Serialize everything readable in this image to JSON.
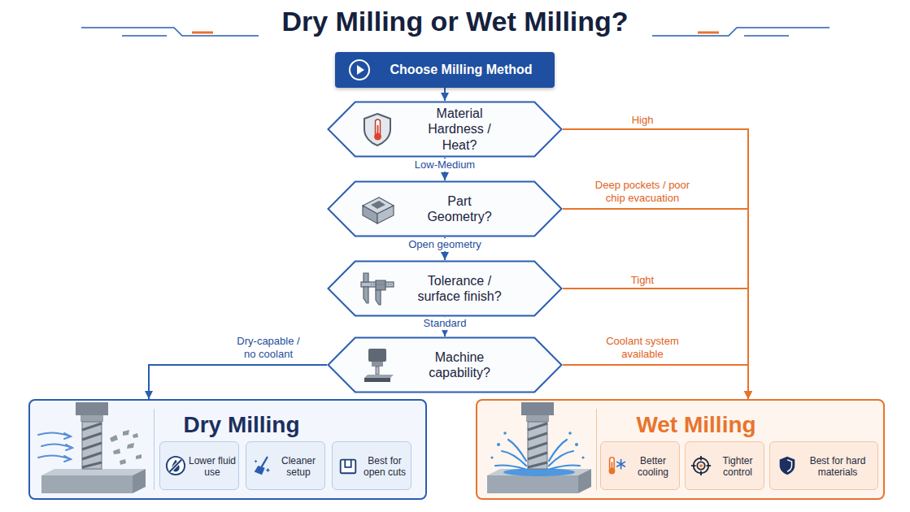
{
  "diagram": {
    "title": "Dry Milling or Wet Milling?",
    "nodes": [
      {
        "text": [
          "Choose Milling Method"
        ]
      },
      {
        "text": [
          "Material Hardness / Heat?"
        ]
      },
      {
        "text": [
          "Part Geometry?"
        ]
      },
      {
        "text": [
          "Tolerance / surface finish?"
        ]
      },
      {
        "text": [
          "Machine capability?"
        ]
      },
      {
        "text": [
          "Dry Milling"
        ]
      },
      {
        "text": [
          "Lower fluid use"
        ],
        "in": 5
      },
      {
        "text": [
          "Cleaner setup"
        ],
        "in": 5
      },
      {
        "text": [
          "Best for open cuts"
        ],
        "in": 5
      },
      {
        "text": [
          "Wet Milling"
        ]
      },
      {
        "text": [
          "Better cooling"
        ],
        "in": 9
      },
      {
        "text": [
          "Tighter control"
        ],
        "in": 9
      },
      {
        "text": [
          "Best for hard materials"
        ],
        "in": 9
      }
    ],
    "edges": [
      {
        "from": 0,
        "to": 1,
        "arrow": "to"
      },
      {
        "from": 1,
        "to": 2,
        "label": "Low-Medium",
        "arrow": "to"
      },
      {
        "from": 2,
        "to": 3,
        "label": "Open geometry",
        "arrow": "to"
      },
      {
        "from": 3,
        "to": 4,
        "label": "Standard",
        "arrow": "to"
      },
      {
        "from": 4,
        "to": 5,
        "label": "Dry-capable / no coolant",
        "arrow": "to"
      },
      {
        "from": 1,
        "to": 9,
        "label": "High",
        "arrow": "to"
      },
      {
        "from": 2,
        "to": 9,
        "label": "Deep pockets / poor chip evacuation",
        "arrow": "to"
      },
      {
        "from": 3,
        "to": 9,
        "label": "Tight",
        "arrow": "to"
      },
      {
        "from": 4,
        "to": 9,
        "label": "Coolant system available",
        "arrow": "to"
      }
    ]
  }
}
